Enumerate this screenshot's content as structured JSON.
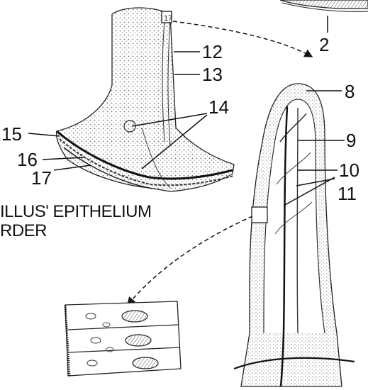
{
  "labels": {
    "l2": "2",
    "l8": "8",
    "l9": "9",
    "l10": "10",
    "l11": "11",
    "l12": "12",
    "l13": "13",
    "l14": "14",
    "l15": "15",
    "l16": "16",
    "l17": "17"
  },
  "caption": {
    "line1": "ILLUS' EPITHELIUM",
    "line2": "RDER"
  },
  "colors": {
    "ink": "#111111",
    "stipple": "#8a8a8a",
    "paper": "#ffffff"
  }
}
